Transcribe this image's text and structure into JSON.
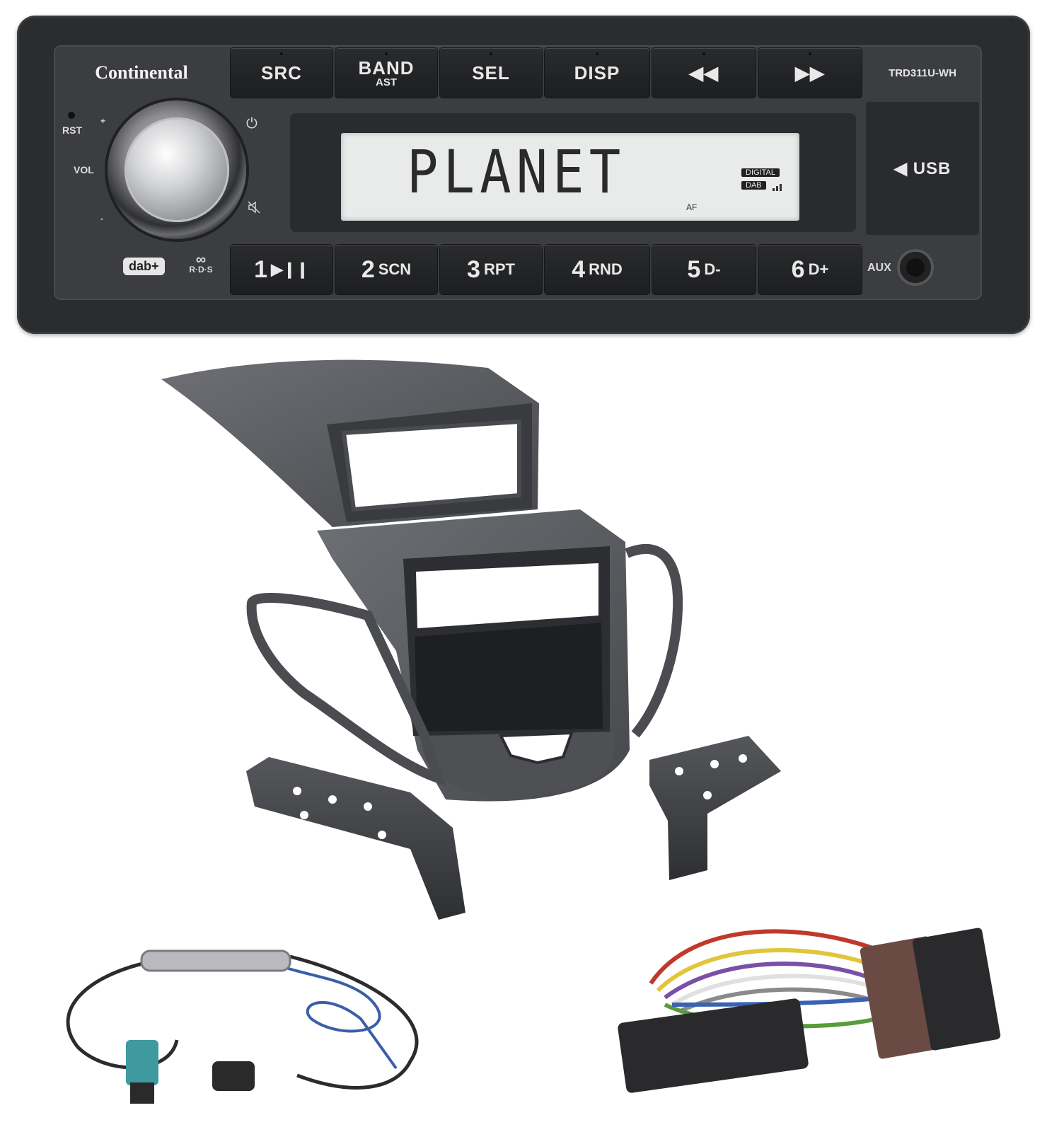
{
  "radio": {
    "brand": "Continental",
    "model": "TRD311U-WH",
    "top_keys": [
      {
        "label": "SRC",
        "sub": ""
      },
      {
        "label": "BAND",
        "sub": "AST"
      },
      {
        "label": "SEL",
        "sub": ""
      },
      {
        "label": "DISP",
        "sub": ""
      },
      {
        "label": "◀◀",
        "sub": ""
      },
      {
        "label": "▶▶",
        "sub": ""
      }
    ],
    "bottom_keys": [
      {
        "num": "1",
        "suffix": "▶❙❙"
      },
      {
        "num": "2",
        "suffix": "SCN"
      },
      {
        "num": "3",
        "suffix": "RPT"
      },
      {
        "num": "4",
        "suffix": "RND"
      },
      {
        "num": "5",
        "suffix": "D-"
      },
      {
        "num": "6",
        "suffix": "D+"
      }
    ],
    "display": {
      "text": "PLANET",
      "indicator_af": "AF",
      "indicator_digital": "DIGITAL",
      "indicator_dab": "DAB"
    },
    "labels": {
      "rst": "RST",
      "vol": "VOL",
      "plus": "+",
      "minus": "-",
      "usb": "◀ USB",
      "aux": "AUX",
      "dab_logo": "dab+",
      "rds_logo": "R·D·S"
    }
  },
  "colors": {
    "radio_body": "#2b2c2e",
    "faceplate": "#3c3d40",
    "lcd": "#e9eaea",
    "bezel": "#5d5f63",
    "cable_blue": "#3b5ea8",
    "connector_teal": "#3f9aa0"
  }
}
